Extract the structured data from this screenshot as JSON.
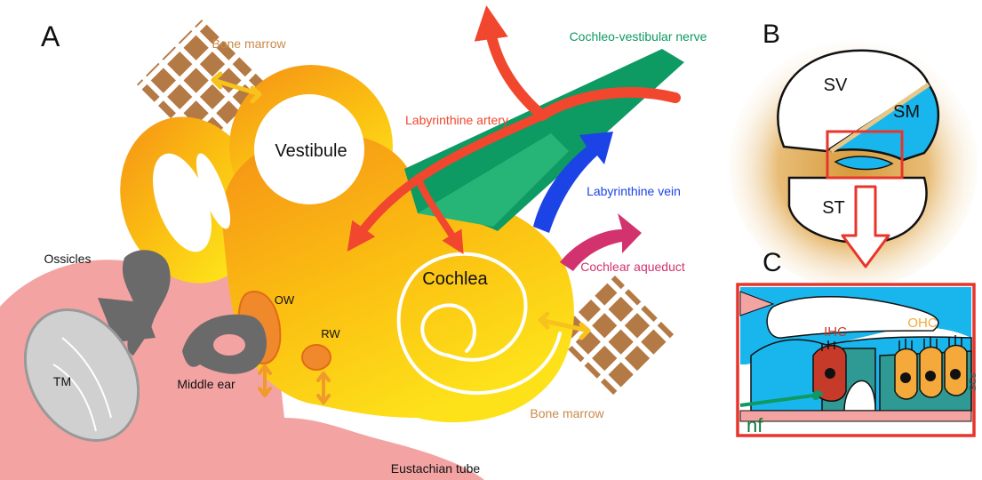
{
  "panels": {
    "a": {
      "letter": "A",
      "labels": {
        "bone_marrow_top": "Bone marrow",
        "bone_marrow_bottom": "Bone marrow",
        "cochleo_vestibular_nerve": "Cochleo-vestibular nerve",
        "labyrinthine_artery": "Labyrinthine artery",
        "labyrinthine_vein": "Labyrinthine vein",
        "cochlear_aqueduct": "Cochlear aqueduct",
        "vestibule": "Vestibule",
        "cochlea": "Cochlea",
        "ossicles": "Ossicles",
        "tm": "TM",
        "middle_ear": "Middle ear",
        "ow": "OW",
        "rw": "RW",
        "eustachian_tube": "Eustachian tube"
      }
    },
    "b": {
      "letter": "B",
      "labels": {
        "sv": "SV",
        "sm": "SM",
        "st": "ST"
      }
    },
    "c": {
      "letter": "C",
      "labels": {
        "ihc": "IHC",
        "ohc": "OHC",
        "scs": "SCs",
        "nf": "nf"
      }
    }
  },
  "colors": {
    "ear_orange": "#f7a21b",
    "ear_yellow": "#fcd40f",
    "mucosa_pink": "#f4a3a3",
    "bone_marrow_brown": "#b47a45",
    "nerve_green": "#0e9a63",
    "artery_red": "#f0472e",
    "vein_blue": "#1b43e6",
    "aqueduct_magenta": "#d2326e",
    "endolymph_blue": "#19b6ee",
    "highlight_red": "#e8352b",
    "ossicle_gray": "#6a6a6a",
    "ihc_red": "#c63a2a",
    "ohc_orange": "#f4a93a",
    "sc_teal": "#2f9a93"
  }
}
